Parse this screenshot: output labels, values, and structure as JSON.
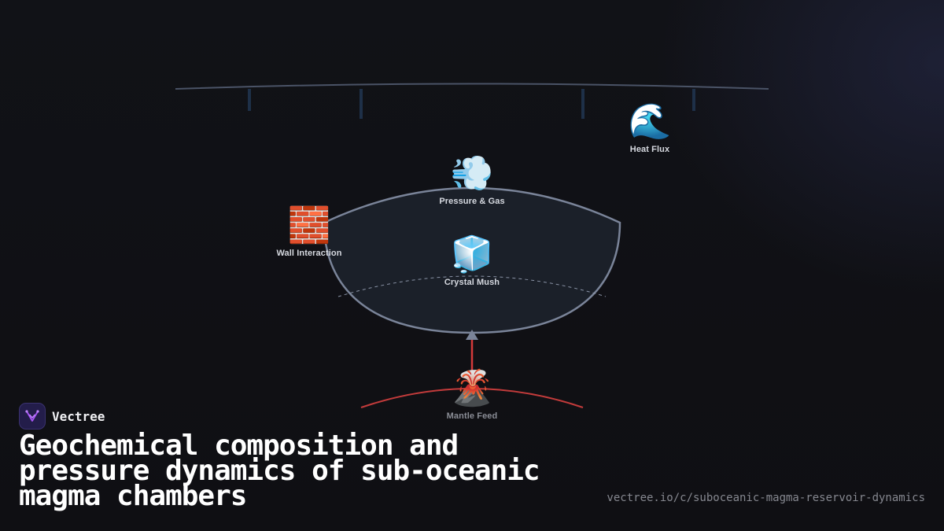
{
  "diagram": {
    "nodes": {
      "heat_flux": {
        "emoji": "🌊",
        "label": "Heat Flux"
      },
      "pressure_gas": {
        "emoji": "💨",
        "label": "Pressure & Gas"
      },
      "wall_interaction": {
        "emoji": "🧱",
        "label": "Wall Interaction"
      },
      "crystal_mush": {
        "emoji": "🧊",
        "label": "Crystal Mush"
      },
      "mantle_feed": {
        "emoji": "🌋",
        "label": "Mantle Feed"
      }
    },
    "colors": {
      "chamber_stroke": "#7a8499",
      "chamber_fill": "#1b2029",
      "crust_line": "#4a5366",
      "mantle_line": "#c23b3b",
      "feed_arrow": "#d43a3a"
    }
  },
  "brand": {
    "name": "Vectree",
    "logo_icon": "v-branch-icon",
    "accent": "#a855f7"
  },
  "title": "Geochemical composition and pressure dynamics of sub-oceanic magma chambers",
  "url": "vectree.io/c/suboceanic-magma-reservoir-dynamics"
}
